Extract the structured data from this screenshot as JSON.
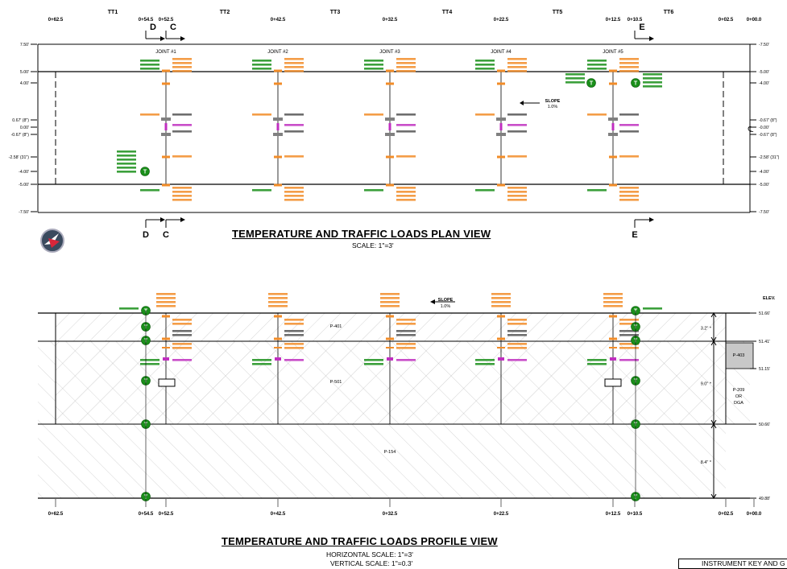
{
  "plan": {
    "title": "TEMPERATURE AND TRAFFIC LOADS PLAN VIEW",
    "scale": "SCALE: 1\"=3'",
    "slab_labels": [
      "TT1",
      "TT2",
      "TT3",
      "TT4",
      "TT5",
      "TT6"
    ],
    "stations": [
      "0+62.5",
      "0+54.5",
      "0+52.5",
      "0+42.5",
      "0+32.5",
      "0+22.5",
      "0+12.5",
      "0+10.5",
      "0+02.5",
      "0+00.0"
    ],
    "joints": [
      "JOINT #1",
      "JOINT #2",
      "JOINT #3",
      "JOINT #4",
      "JOINT #5"
    ],
    "left_offsets": [
      "7.50'",
      "5.00'",
      "4.00'",
      "0.67' (8\")",
      "0.00'",
      "-0.67' (8\")",
      "-2.58' (31\")",
      "-4.00'",
      "-5.00'",
      "-7.50'"
    ],
    "right_offsets": [
      "-7.50'",
      "-5.00'",
      "-4.00'",
      "-0.67' (8\")",
      "-0.00'",
      "-0.67' (8\")",
      "-2.58' (31\")",
      "-4.00'",
      "-5.00'",
      "-7.50'"
    ],
    "section_marks": [
      "D",
      "C",
      "E"
    ],
    "slope_label": "SLOPE",
    "slope_value": "1.0%",
    "centerline": "℄"
  },
  "profile": {
    "title": "TEMPERATURE AND TRAFFIC LOADS PROFILE VIEW",
    "h_scale": "HORIZONTAL SCALE: 1\"=3'",
    "v_scale": "VERTICAL SCALE: 1\"=0.3'",
    "elev_header": "ELEV.",
    "elevations": [
      "51.66'",
      "51.41'",
      "51.15'",
      "50.66'",
      "49.88'"
    ],
    "layers": [
      "P-401",
      "P-501",
      "P-154",
      "P-403",
      "P-209 OR DGA"
    ],
    "dims": [
      "3.2\" *",
      "9.0\" *",
      "8.4\" *"
    ],
    "stations": [
      "0+62.5",
      "0+54.5",
      "0+52.5",
      "0+42.5",
      "0+32.5",
      "0+22.5",
      "0+12.5",
      "0+10.5",
      "0+02.5",
      "0+00.0"
    ]
  },
  "instrument_key": "INSTRUMENT KEY AND G",
  "colors": {
    "line": "#000000",
    "gauge_orange": "#f28c28",
    "thermocouple_green": "#1a8f1a",
    "pressure_magenta": "#c02fc0",
    "strain_gray": "#808080",
    "hatch": "#a8a8a8",
    "p403_fill": "#c8c8c8"
  }
}
